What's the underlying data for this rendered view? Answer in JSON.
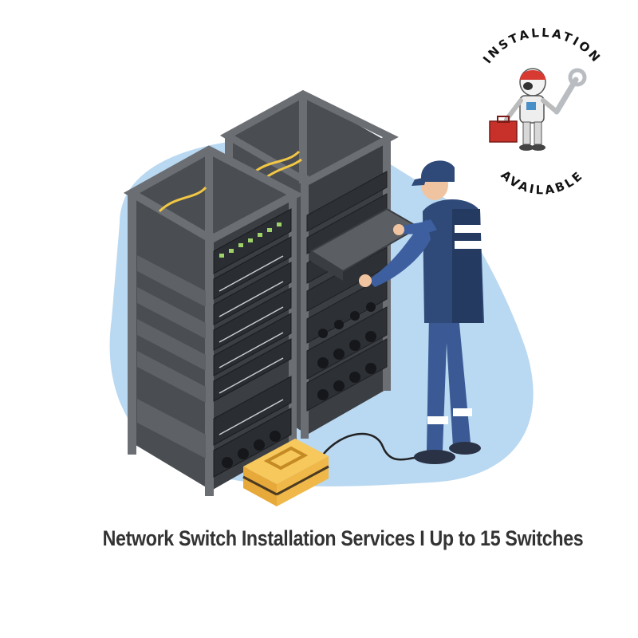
{
  "product": {
    "caption": "Network Switch Installation Services I Up to 15 Switches"
  },
  "badge": {
    "top_text": "INSTALLATION",
    "bottom_text": "AVAILABLE",
    "icon": "robot-technician-icon"
  },
  "illustration": {
    "subject": "technician-installing-server-rack-icon",
    "colors": {
      "backdrop": "#b9d8f1",
      "rack_frame": "#6b6e73",
      "rack_dark": "#3a3d42",
      "uniform": "#2f4a78",
      "toolbox": "#f2b544"
    }
  }
}
